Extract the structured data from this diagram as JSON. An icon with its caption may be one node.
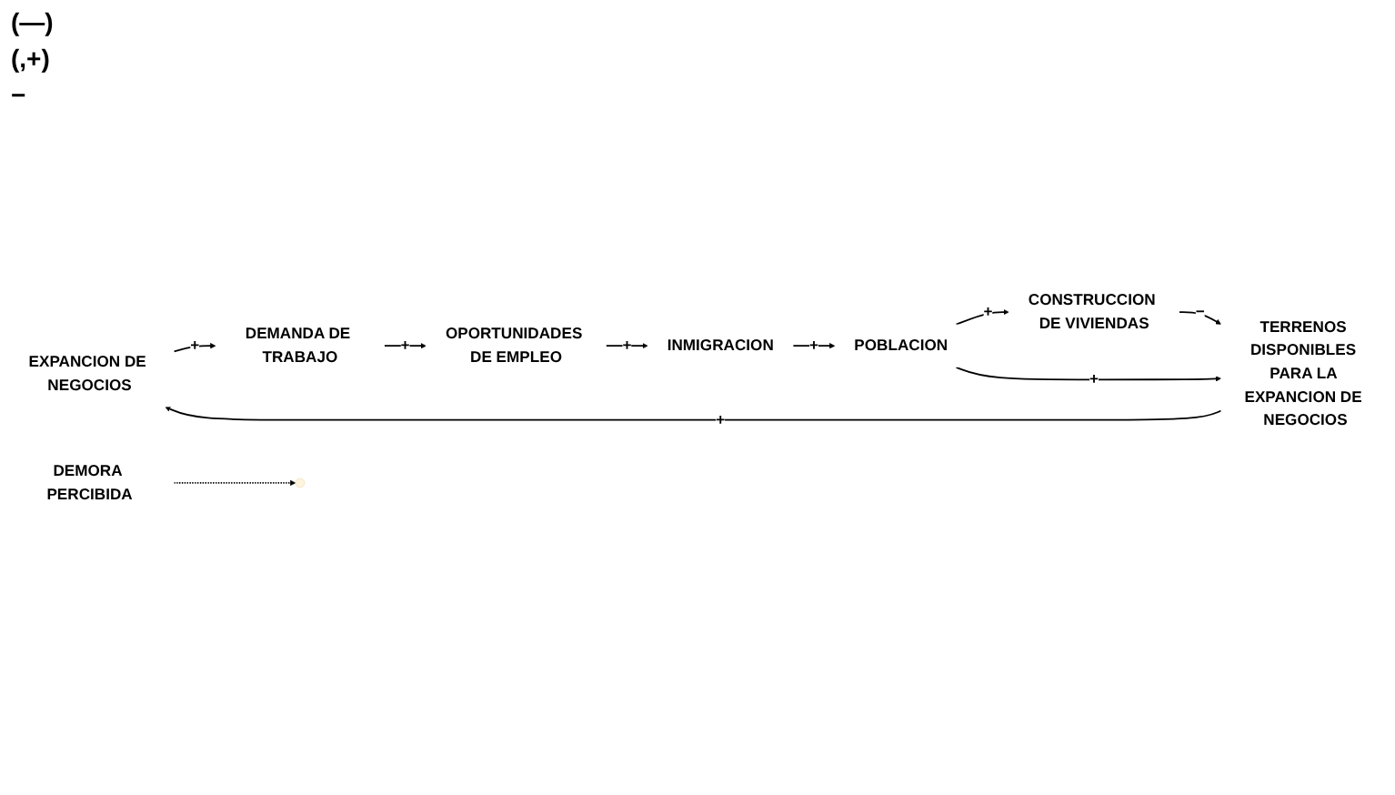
{
  "diagram": {
    "nodes": [
      {
        "text": [
          "EXPANCION DE NEGOCIOS"
        ]
      },
      {
        "text": [
          "TERRENOS DISPONIBLES PARA LA EXPANCION DE NEGOCIOS"
        ]
      },
      {
        "text": [
          "CONSTRUCCION DE VIVIENDAS"
        ]
      },
      {
        "text": [
          "DEMANDA DE TRABAJO"
        ]
      },
      {
        "text": [
          "POBLACION"
        ]
      },
      {
        "text": [
          "OPORTUNIDADES DE EMPLEO"
        ]
      },
      {
        "text": [
          "INMIGRACION"
        ]
      },
      {
        "text": [
          "DEMORA PERCIBIDA"
        ]
      }
    ],
    "edges": [
      {
        "from": 2,
        "to": 1,
        "arrow": "to",
        "label": "−"
      },
      {
        "from": 1,
        "to": 0,
        "arrow": "to",
        "label": "+"
      },
      {
        "from": 0,
        "to": 3,
        "arrow": "to",
        "label": "+"
      },
      {
        "from": 3,
        "to": 5,
        "arrow": "to",
        "label": "+"
      },
      {
        "from": 5,
        "to": 6,
        "arrow": "to",
        "label": "+"
      },
      {
        "from": 6,
        "to": 4,
        "arrow": "to",
        "label": "+"
      },
      {
        "from": 4,
        "to": 2,
        "arrow": "to",
        "label": "+"
      },
      {
        "from": 4,
        "to": 1,
        "arrow": "to",
        "label": "+"
      },
      {
        "from": 7,
        "to": null,
        "arrow": "to",
        "style": "dashed"
      }
    ],
    "labels": [
      "(—)",
      "(,+)",
      "−"
    ]
  }
}
